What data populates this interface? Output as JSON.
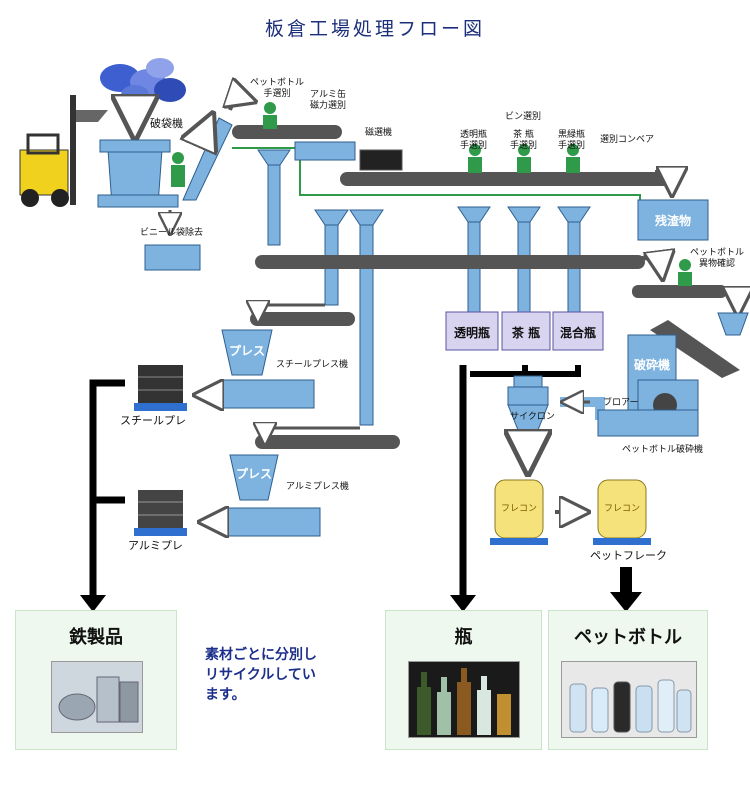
{
  "title": "板倉工場処理フロー図",
  "labels": {
    "bag_breaker": "破袋機",
    "plastic_bag_removal": "ビニール袋除去",
    "pet_manual_sort": "ペットボトル\n手選別",
    "alu_can_magnetic_sort": "アルミ缶\n磁力選別",
    "magnetic_separator": "磁選機",
    "bottle_sort": "ビン選別",
    "clear_bottle_sort": "透明瓶\n手選別",
    "brown_bottle_sort": "茶 瓶\n手選別",
    "green_bottle_sort": "黒緑瓶\n手選別",
    "sorting_conveyor": "選別コンベア",
    "residue": "残渣物",
    "pet_foreign_check": "ペットボトル\n異物確認",
    "press1": "プレス",
    "steel_press_machine": "スチールプレス機",
    "steel_bale": "スチールプレ",
    "press2": "プレス",
    "alu_press_machine": "アルミプレス機",
    "alu_bale": "アルミプレ",
    "clear_bin": "透明瓶",
    "brown_bin": "茶 瓶",
    "mixed_bin": "混合瓶",
    "crusher": "破砕機",
    "cyclone": "サイクロン",
    "blower": "ブロアー",
    "pet_crusher": "ペットボトル破砕機",
    "flecon1": "フレコン",
    "flecon2": "フレコン",
    "pet_flake": "ペットフレーク"
  },
  "outputs": {
    "iron": "鉄製品",
    "bottles": "瓶",
    "pet": "ペットボトル"
  },
  "message": {
    "line1": "素材ごとに分別し",
    "line2": "リサイクルしてい",
    "line3": "ます。"
  },
  "colors": {
    "machine_blue": "#7eb3e0",
    "machine_stroke": "#2d5f8f",
    "conveyor": "#555555",
    "worker_green": "#2f9b4a",
    "title_navy": "#1c2f7a",
    "message_navy": "#1c2f8a",
    "card_bg": "#eef8ee",
    "bin_lavender": "#d8d4f0",
    "flecon_yellow": "#f6e27a"
  }
}
